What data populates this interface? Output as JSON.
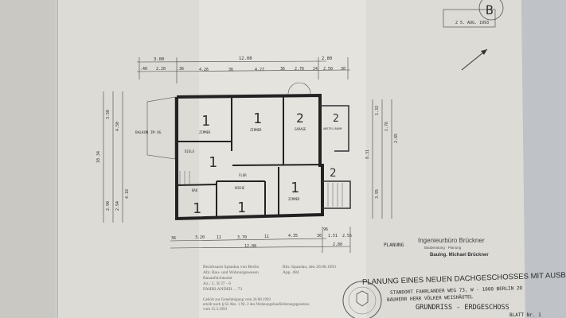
{
  "stamp_top": {
    "letter": "B",
    "date": "2 5. AUG. 1993"
  },
  "dimensions": {
    "top_outer": [
      "3.00",
      "12.08",
      "2.80"
    ],
    "top_inner": [
      ".40",
      "2.20",
      ".36",
      "4.26",
      "36",
      "4.27",
      "36",
      "2.76",
      "24",
      "2.50",
      "30"
    ],
    "bottom_inner": [
      "36",
      "3.20",
      "11",
      "3.70",
      "11",
      "4.35",
      "36",
      "96",
      "1.51",
      "2.55"
    ],
    "bottom_outer": [
      "12.08",
      "2.80"
    ],
    "left": [
      "3.50",
      "4.50",
      "10.34",
      "2.90",
      "2.94",
      "4.18"
    ],
    "right": [
      "1.32",
      "1.76",
      "2.85",
      "8.31",
      "3.95"
    ]
  },
  "rooms": [
    {
      "name": "ZIMMER",
      "mark": "1"
    },
    {
      "name": "ZIMMER",
      "mark": "1"
    },
    {
      "name": "GARAGE",
      "mark": "2"
    },
    {
      "name": "ABSTELLRAUM",
      "mark": "2"
    },
    {
      "name": "DIELE",
      "mark": "1"
    },
    {
      "name": "FLUR",
      "mark": ""
    },
    {
      "name": "BAD",
      "mark": "1"
    },
    {
      "name": "KÜCHE",
      "mark": "1"
    },
    {
      "name": "ZIMMER",
      "mark": "1"
    },
    {
      "name": "",
      "mark": "2"
    }
  ],
  "balcony_label": "BALKON IM OG",
  "title_block": {
    "planung_label": "PLANUNG",
    "firm": "Ingenieurbüro Brückner",
    "firm_sub": "Bauberatung · Planung",
    "firm_stamp": "Bauing. Michael Brückner",
    "project": "PLANUNG EINES NEUEN DACHGESCHOSSES MIT AUSBAU",
    "location": "STANDORT  FAHRLANDER WEG 73,  W - 1000  BERLIN 20",
    "client": "BAUHERR  HERR VÖLKER WEISHÄUTEL",
    "drawing": "GRUNDRISS - ERDGESCHOSS",
    "sheet": "BLATT Nr. 1"
  },
  "approval_stamp": {
    "lines": [
      "Bezirksamt Spandau von Berlin",
      "Abt. Bau- und Wohnungswesen",
      "Bauaufsichtsamt",
      "Az.: C. II 37 - 6",
      "FAHRLANDER ... 73"
    ],
    "right_lines": [
      "Bln.-Spandau, den 26.08.1993",
      "App. 484"
    ],
    "bottom_lines": [
      "Gehört zur Genehmigung vom 26.08.1993",
      "erteilt nach § 62 Abs. 1 Nr. 2 des Wohnungsbauförderungsgesetzes",
      "vom 15.3.1993"
    ]
  }
}
